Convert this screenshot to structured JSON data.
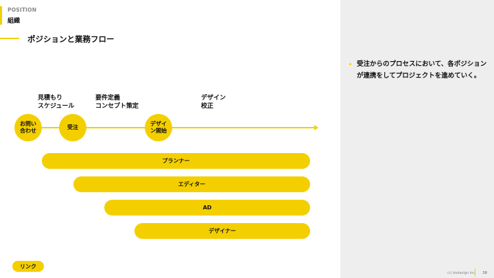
{
  "header": {
    "kicker": "POSITION",
    "section": "組織"
  },
  "page": {
    "title": "ポジションと業務フロー"
  },
  "stages": [
    {
      "label": "見積もり\nスケジュール"
    },
    {
      "label": "要件定義\nコンセプト策定"
    },
    {
      "label": "デザイン\n校正"
    }
  ],
  "milestones": [
    {
      "label": "お問い合わせ"
    },
    {
      "label": "受注"
    },
    {
      "label": "デザイン開始"
    }
  ],
  "roles": [
    {
      "label": "プランナー"
    },
    {
      "label": "エディター"
    },
    {
      "label": "AD"
    },
    {
      "label": "デザイナー"
    }
  ],
  "note": {
    "text": "受注からのプロセスにおいて、各ポジションが連携をしてプロジェクトを進めていく。"
  },
  "link": {
    "label": "リンク"
  },
  "footer": {
    "copyright": "(c) bodesign inc.",
    "page_number": "38"
  },
  "colors": {
    "accent": "#f4cf00",
    "panel": "#eeeeee"
  }
}
